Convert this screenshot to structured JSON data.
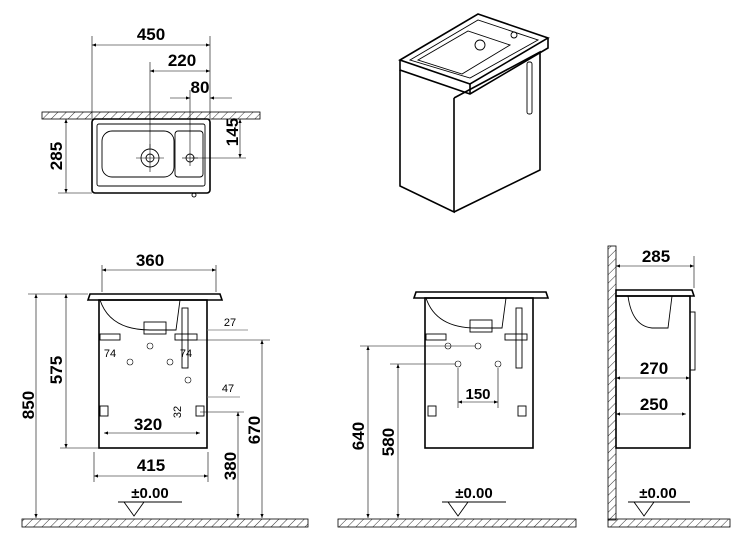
{
  "drawing": {
    "plan_view": {
      "width_total": "450",
      "width_to_tap": "220",
      "tap_offset": "80",
      "depth_tap": "145",
      "depth_total": "285"
    },
    "front_view": {
      "top_width": "360",
      "right_offset_top": "27",
      "left_bracket": "74",
      "right_bracket": "74",
      "right_offset_low": "47",
      "bottom_holes": "320",
      "bottom_hole_height": "32",
      "base_width": "415",
      "height_total": "850",
      "height_cabinet": "575",
      "height_670": "670",
      "height_380": "380",
      "level": "±0.00"
    },
    "side_front_view": {
      "height_640": "640",
      "height_580": "580",
      "hole_spacing": "150",
      "level": "±0.00"
    },
    "side_view": {
      "depth_total": "285",
      "depth_270": "270",
      "depth_250": "250",
      "level": "±0.00"
    }
  }
}
